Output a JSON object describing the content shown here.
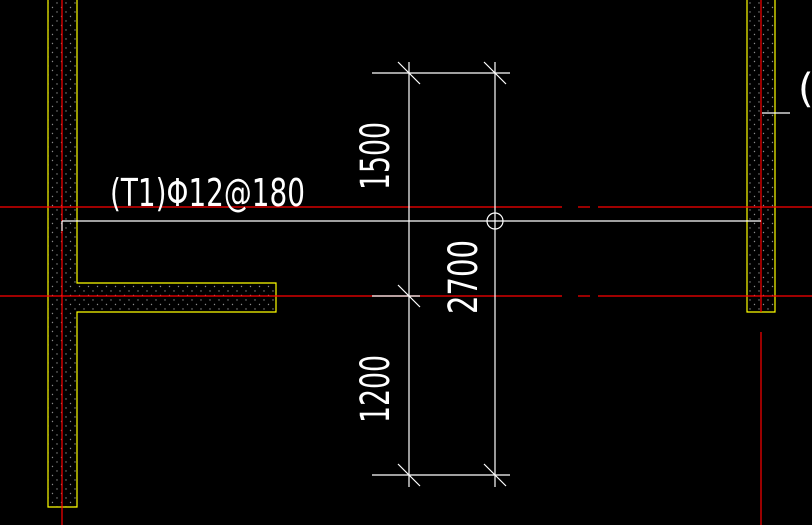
{
  "drawing": {
    "rebar_label": "(T1)Φ12@180",
    "dimensions": {
      "top_segment": "1500",
      "total": "2700",
      "bottom_segment": "1200"
    },
    "partial_label_right": "("
  },
  "colors": {
    "background": "#000000",
    "wall_outline": "#ffff00",
    "grid_axis": "#ff0000",
    "wall_centerline": "#ff0000",
    "rebar_line": "#ffffff",
    "dimension_lines": "#ffffff",
    "hatch_dots": "#8a8a8a",
    "text": "#ffffff"
  }
}
